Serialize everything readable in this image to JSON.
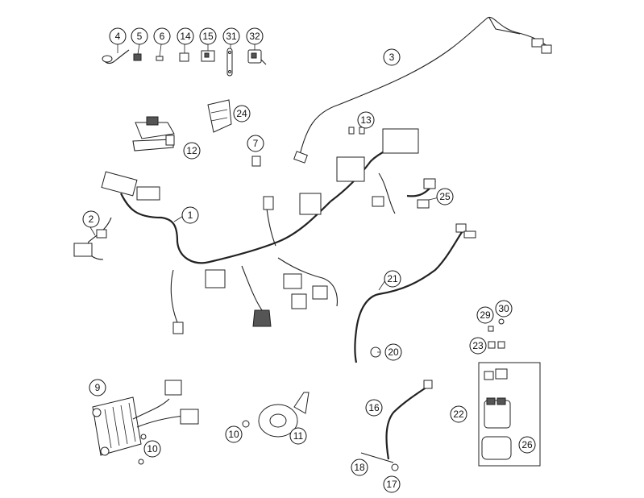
{
  "diagram": {
    "callouts": [
      {
        "id": "c4",
        "text": "4"
      },
      {
        "id": "c5",
        "text": "5"
      },
      {
        "id": "c6",
        "text": "6"
      },
      {
        "id": "c14",
        "text": "14"
      },
      {
        "id": "c15",
        "text": "15"
      },
      {
        "id": "c31",
        "text": "31"
      },
      {
        "id": "c32",
        "text": "32"
      },
      {
        "id": "c3",
        "text": "3"
      },
      {
        "id": "c24",
        "text": "24"
      },
      {
        "id": "c13",
        "text": "13"
      },
      {
        "id": "c12",
        "text": "12"
      },
      {
        "id": "c7",
        "text": "7"
      },
      {
        "id": "c1",
        "text": "1"
      },
      {
        "id": "c2",
        "text": "2"
      },
      {
        "id": "c25",
        "text": "25"
      },
      {
        "id": "c21",
        "text": "21"
      },
      {
        "id": "c29",
        "text": "29"
      },
      {
        "id": "c30",
        "text": "30"
      },
      {
        "id": "c23",
        "text": "23"
      },
      {
        "id": "c20",
        "text": "20"
      },
      {
        "id": "c9",
        "text": "9"
      },
      {
        "id": "c16",
        "text": "16"
      },
      {
        "id": "c22",
        "text": "22"
      },
      {
        "id": "c10a",
        "text": "10"
      },
      {
        "id": "c11",
        "text": "11"
      },
      {
        "id": "c10b",
        "text": "10"
      },
      {
        "id": "c26",
        "text": "26"
      },
      {
        "id": "c18",
        "text": "18"
      },
      {
        "id": "c17",
        "text": "17"
      }
    ]
  }
}
